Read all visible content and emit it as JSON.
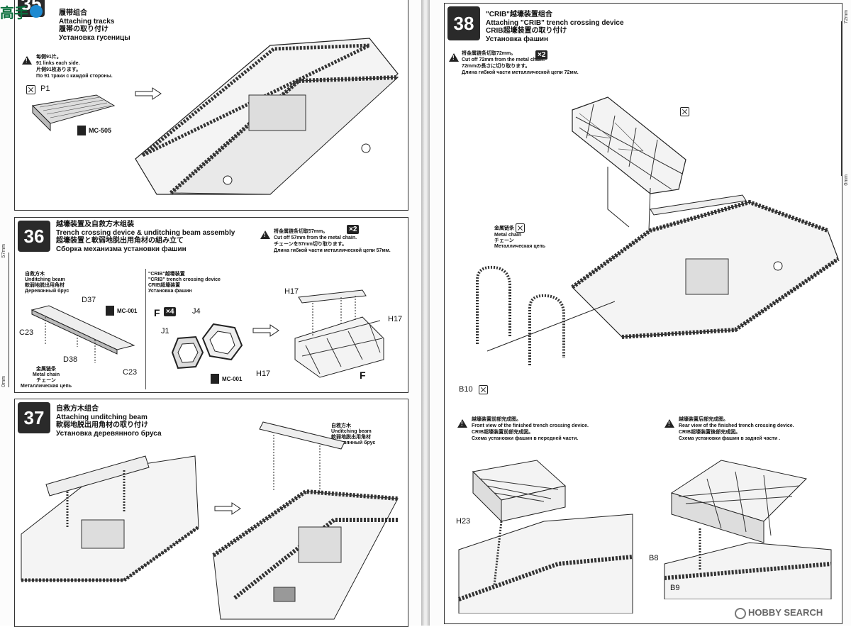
{
  "watermark": {
    "text": "高手"
  },
  "footer": {
    "brand": "HOBBY SEARCH"
  },
  "ruler": {
    "mm72": "72mm",
    "mm0": "0mm",
    "mm57": "57mm",
    "mm0b": "0mm"
  },
  "step35": {
    "cn": "履带组合",
    "en": "Attaching tracks",
    "jp": "履帯の取り付け",
    "ru": "Установка гусеницы",
    "note": [
      "每侧91片。",
      "91 links each side.",
      "片側91枚あります。",
      "По 91 траки с каждой стороны."
    ],
    "part": "P1",
    "glue": "MC-505"
  },
  "step36": {
    "number": "36",
    "cn": "越壕装置及自救方木组装",
    "en": "Trench crossing device & unditching beam assembly",
    "jp": "超壕装置と軟弱地脱出用角材の組み立て",
    "ru": "Сборка механизма установки фашин",
    "note": [
      "将金属链条切取57mm。",
      "Cut off 57mm from the metal chain.",
      "チェーンを57mm切り取ります。",
      "Длина гибкой части металлической цепи 57мм."
    ],
    "badge": "×2",
    "beam": [
      "自救方木",
      "Unditching beam",
      "軟弱地脱出用角材",
      "Деревянный брус"
    ],
    "crib": [
      "\"CRIB\"越壕装置",
      "\"CRIB\" trench crossing device",
      "CRIB超壕装置",
      "Установка фашин"
    ],
    "chain": [
      "金属链条",
      "Metal chain",
      "チェーン",
      "Металлическая цепь"
    ],
    "glue1": "MC-001",
    "glue2": "MC-001",
    "f_label": "F",
    "f_badge": "×4",
    "parts": {
      "d37": "D37",
      "c23a": "C23",
      "d38": "D38",
      "c23b": "C23",
      "j4": "J4",
      "j1": "J1",
      "h17a": "H17",
      "h17b": "H17",
      "h17c": "H17",
      "f": "F"
    }
  },
  "step37": {
    "number": "37",
    "cn": "自救方木组合",
    "en": "Attaching unditching beam",
    "jp": "軟弱地脱出用角材の取り付け",
    "ru": "Установка деревянного бруса",
    "beam": [
      "自救方木",
      "Unditching beam",
      "軟弱地脱出用角材",
      "Деревянный брус"
    ]
  },
  "step38": {
    "number": "38",
    "cn": "\"CRIB\"越壕装置组合",
    "en": "Attaching \"CRIB\" trench crossing device",
    "jp": "CRIB超壕装置の取り付け",
    "ru": "Установка фашин",
    "note": [
      "将金属链条切取72mm。",
      "Cut off 72mm from the metal chain.",
      "72mmの長さに切り取ります。",
      "Длина гибкой части металлической цепи 72мм."
    ],
    "badge": "×2",
    "chain": [
      "金属链条",
      "Metal chain",
      "チェーン",
      "Металлическая цепь"
    ],
    "b10": "B10",
    "front": [
      "越壕装置前部完成图。",
      "Front view of the finished trench crossing device.",
      "CRIB超壕装置前部完成図。",
      "Схема установки фашин в передней части."
    ],
    "rear": [
      "越壕装置后部完成图。",
      "Rear view of the finished trench crossing device.",
      "CRIB超壕装置後部完成図。",
      "Схема установки фашин в задней части ."
    ],
    "h23": "H23",
    "b8": "B8",
    "b9": "B9"
  }
}
